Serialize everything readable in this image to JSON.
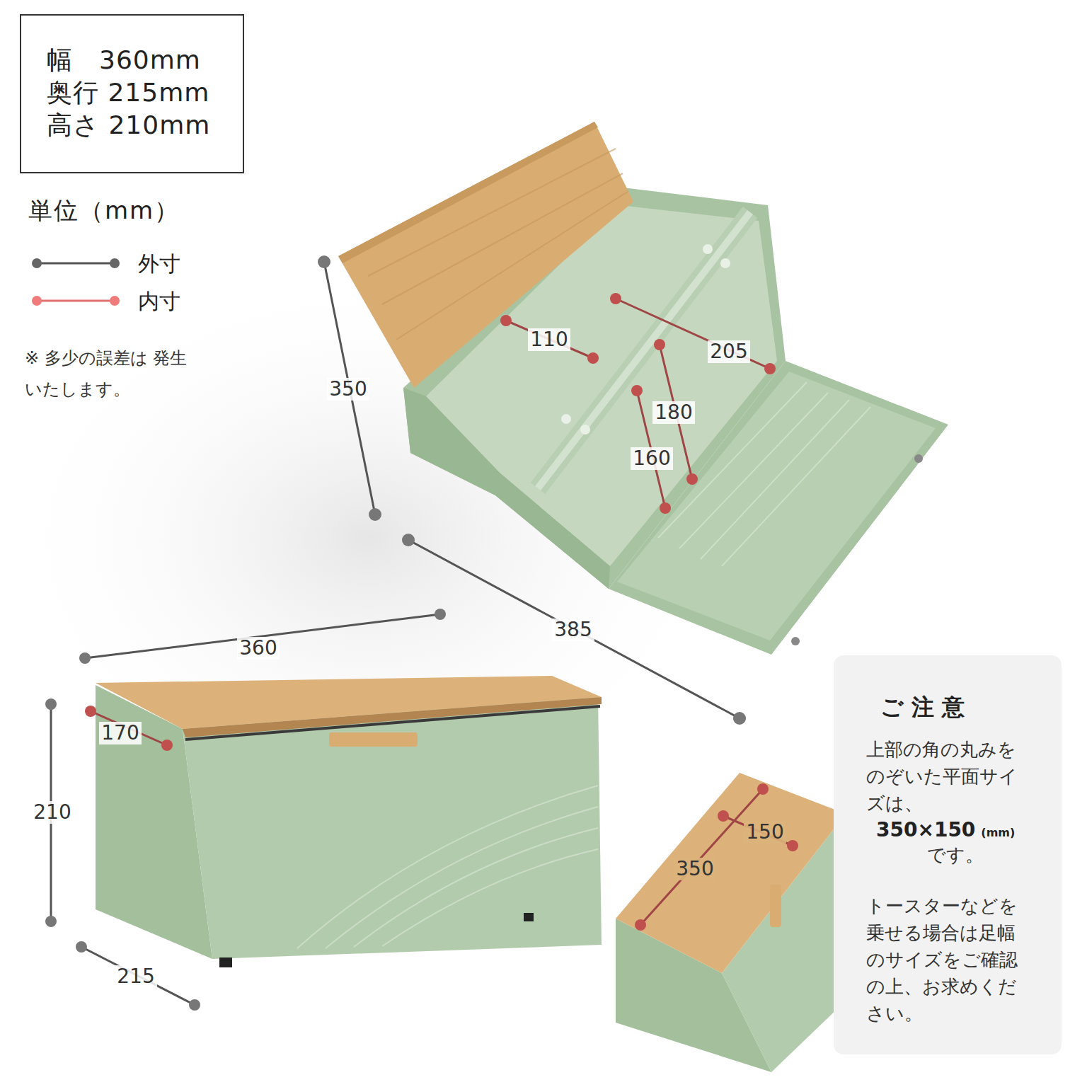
{
  "diagram": {
    "nodes": [
      {
        "text": [
          "幅　360mm",
          "奥行 215mm",
          "高さ 210mm"
        ]
      },
      {
        "text": [
          "ご 注 意",
          "上部の角の丸みを のぞいた平面サイ ズは、",
          "350×150",
          "(mm)",
          "です。",
          "トースターなどを 乗せる場合は足幅 のサイズをご確認 の上、お求めくだ さい。"
        ]
      }
    ],
    "labels": [
      "単位（mm）",
      "※ 多少の誤差は 発生いたします。",
      "350",
      "110",
      "205",
      "180",
      "160",
      "385",
      "360",
      "170",
      "210",
      "215",
      "150",
      "350"
    ],
    "legend": [
      {
        "text": "外寸"
      },
      {
        "text": "内寸"
      }
    ]
  }
}
